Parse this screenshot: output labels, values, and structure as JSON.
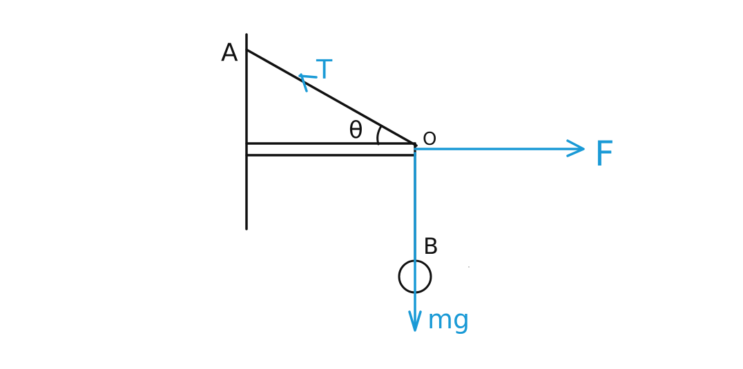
{
  "colors": {
    "ink": "#111111",
    "force": "#1a9ad6",
    "background": "#ffffff"
  },
  "labels": {
    "point_a": "A",
    "point_o": "O",
    "point_b": "B",
    "angle": "θ",
    "tension": "T",
    "applied_force": "F",
    "weight": "mg"
  }
}
